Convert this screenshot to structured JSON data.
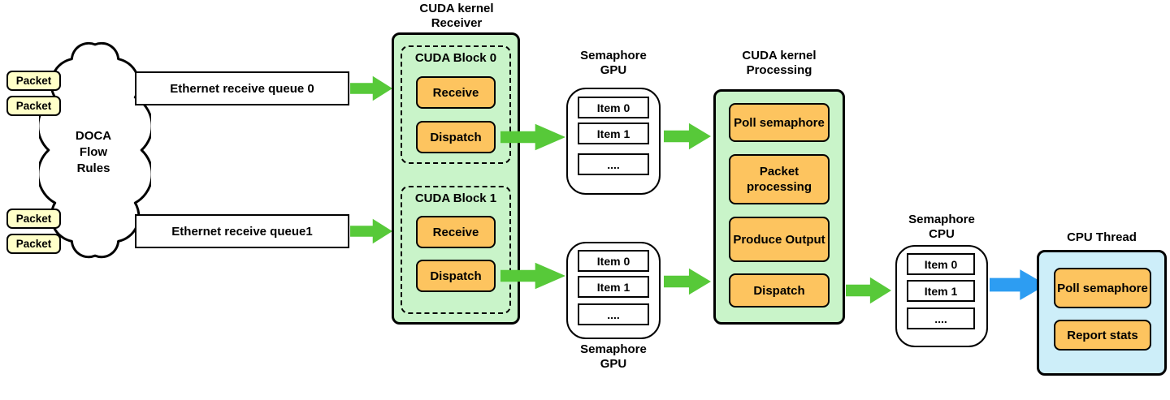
{
  "colors": {
    "green-fill": "#c9f4c9",
    "orange-fill": "#fdc45f",
    "yellow-fill": "#ffffc8",
    "blue-fill": "#cdeef9",
    "arrow-green": "#57c939",
    "arrow-blue": "#2d9df2"
  },
  "cloud": {
    "line1": "DOCA",
    "line2": "Flow",
    "line3": "Rules"
  },
  "packets": {
    "label": "Packet"
  },
  "queues": {
    "q0": "Ethernet receive queue 0",
    "q1": "Ethernet receive queue1"
  },
  "receiver": {
    "title1": "CUDA kernel",
    "title2": "Receiver",
    "block0": {
      "label": "CUDA Block 0",
      "receive": "Receive",
      "dispatch": "Dispatch"
    },
    "block1": {
      "label": "CUDA Block 1",
      "receive": "Receive",
      "dispatch": "Dispatch"
    }
  },
  "sem_gpu_top": {
    "title1": "Semaphore",
    "title2": "GPU",
    "items": [
      "Item 0",
      "Item 1",
      "...."
    ]
  },
  "sem_gpu_bottom": {
    "title1": "Semaphore",
    "title2": "GPU",
    "items": [
      "Item 0",
      "Item 1",
      "...."
    ]
  },
  "processing": {
    "title1": "CUDA kernel",
    "title2": "Processing",
    "steps": [
      "Poll semaphore",
      "Packet processing",
      "Produce Output",
      "Dispatch"
    ]
  },
  "sem_cpu": {
    "title1": "Semaphore",
    "title2": "CPU",
    "items": [
      "Item 0",
      "Item 1",
      "...."
    ]
  },
  "cpu_thread": {
    "title": "CPU Thread",
    "steps": [
      "Poll semaphore",
      "Report stats"
    ]
  }
}
